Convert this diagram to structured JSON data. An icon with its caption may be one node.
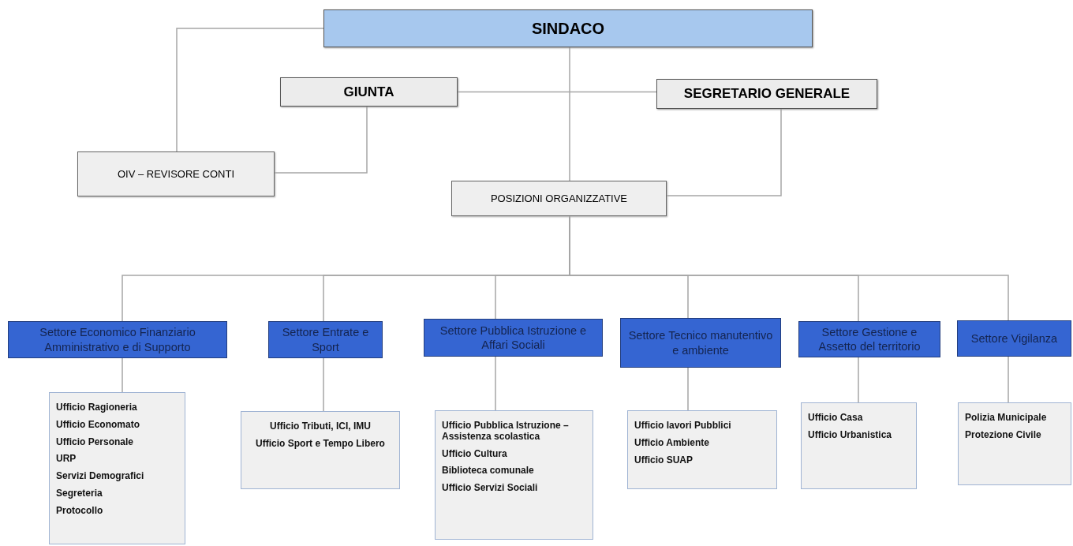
{
  "diagram": {
    "nodes": [
      {
        "text": [
          "SINDACO"
        ]
      },
      {
        "text": [
          "GIUNTA"
        ]
      },
      {
        "text": [
          "SEGRETARIO GENERALE"
        ]
      },
      {
        "text": [
          "OIV – REVISORE CONTI"
        ]
      },
      {
        "text": [
          "POSIZIONI ORGANIZZATIVE"
        ]
      },
      {
        "text": [
          "Settore Economico Finanziario Amministrativo e di Supporto"
        ]
      },
      {
        "text": [
          "Settore Entrate e Sport"
        ]
      },
      {
        "text": [
          "Settore Pubblica Istruzione e Affari Sociali"
        ]
      },
      {
        "text": [
          "Settore Tecnico manutentivo e ambiente"
        ]
      },
      {
        "text": [
          "Settore Gestione e Assetto del territorio"
        ]
      },
      {
        "text": [
          "Settore Vigilanza"
        ]
      },
      {
        "text": [
          "Ufficio Ragioneria",
          "Ufficio Economato",
          "Ufficio Personale",
          "URP",
          "Servizi Demografici",
          "Segreteria",
          "Protocollo"
        ]
      },
      {
        "text": [
          "Ufficio Tributi, ICI, IMU",
          "Ufficio Sport e Tempo Libero"
        ]
      },
      {
        "text": [
          "Ufficio Pubblica Istruzione – Assistenza scolastica",
          "Ufficio Cultura",
          "Biblioteca comunale",
          "Ufficio Servizi Sociali"
        ]
      },
      {
        "text": [
          "Ufficio lavori Pubblici",
          "Ufficio Ambiente",
          "Ufficio SUAP"
        ]
      },
      {
        "text": [
          "Ufficio Casa",
          "Ufficio Urbanistica"
        ]
      },
      {
        "text": [
          "Polizia Municipale",
          "Protezione Civile"
        ]
      }
    ],
    "edges": [
      {
        "from": 0,
        "to": 3,
        "arrow": "none"
      },
      {
        "from": 1,
        "to": 2,
        "arrow": "none"
      },
      {
        "from": 1,
        "to": 3,
        "arrow": "none"
      },
      {
        "from": 0,
        "to": 4,
        "arrow": "none"
      },
      {
        "from": 2,
        "to": 4,
        "arrow": "none"
      },
      {
        "from": 4,
        "to": 5,
        "arrow": "none"
      },
      {
        "from": 4,
        "to": 6,
        "arrow": "none"
      },
      {
        "from": 4,
        "to": 7,
        "arrow": "none"
      },
      {
        "from": 4,
        "to": 8,
        "arrow": "none"
      },
      {
        "from": 4,
        "to": 9,
        "arrow": "none"
      },
      {
        "from": 4,
        "to": 10,
        "arrow": "none"
      },
      {
        "from": 5,
        "to": 11,
        "arrow": "none"
      },
      {
        "from": 6,
        "to": 12,
        "arrow": "none"
      },
      {
        "from": 7,
        "to": 13,
        "arrow": "none"
      },
      {
        "from": 8,
        "to": 14,
        "arrow": "none"
      },
      {
        "from": 9,
        "to": 15,
        "arrow": "none"
      },
      {
        "from": 10,
        "to": 16,
        "arrow": "none"
      }
    ]
  }
}
